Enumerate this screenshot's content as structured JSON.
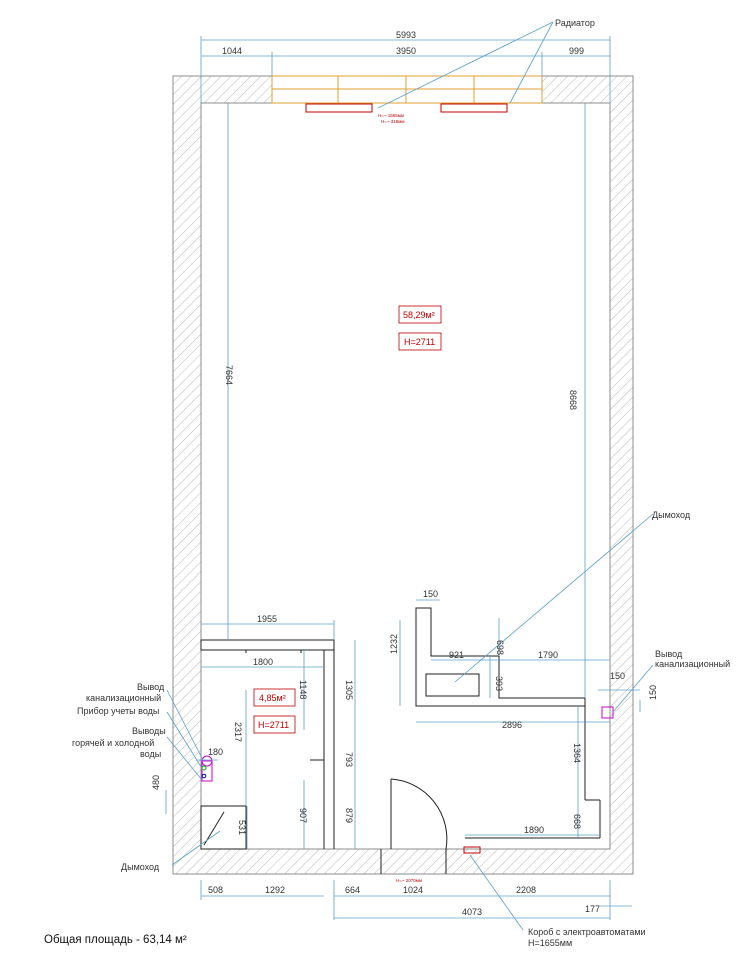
{
  "footer": {
    "total_area": "Общая площадь - 63,14 м²"
  },
  "rooms": {
    "main": {
      "area": "58,29м²",
      "height": "H=2711"
    },
    "bath": {
      "area": "4,85м²",
      "height": "H=2711"
    }
  },
  "labels": {
    "radiator": "Радиатор",
    "radiator_h1": "H=~ 1565мм",
    "radiator_h2": "H=~ 318мм",
    "chimney_top": "Дымоход",
    "sewer_right_1": "Вывод",
    "sewer_right_2": "канализационный",
    "sewer_left_1": "Вывод",
    "sewer_left_2": "канализационный",
    "meter": "Прибор учеты воды",
    "water_1": "Выводы",
    "water_2": "горячей и холодной",
    "water_3": "воды",
    "chimney_bottom": "Дымоход",
    "box_1": "Короб с электроавтоматами",
    "box_2": "H=1655мм",
    "door_h": "H=~ 2070мм"
  },
  "dims": {
    "d5993": "5993",
    "d1044": "1044",
    "d3950": "3950",
    "d999": "999",
    "d7664": "7664",
    "d8668": "8668",
    "d1955": "1955",
    "d150a": "150",
    "d1800": "1800",
    "d1148": "1148",
    "d1305": "1305",
    "d1232": "1232",
    "d921": "921",
    "d698": "698",
    "d1790": "1790",
    "d393": "393",
    "d150b": "150",
    "d150c": "150",
    "d2896": "2896",
    "d2317": "2317",
    "d180": "180",
    "d480": "480",
    "d793": "793",
    "d1364": "1364",
    "d907": "907",
    "d879": "879",
    "d531": "531",
    "d668": "668",
    "d1890": "1890",
    "d508": "508",
    "d1292": "1292",
    "d664": "664",
    "d1024": "1024",
    "d2208": "2208",
    "d4073": "4073",
    "d177": "177"
  },
  "colors": {
    "wall": "#9a9a9a",
    "dimension": "#5aa0c8",
    "area_text": "#c00000",
    "window": "#e0a030",
    "pipe": "#cc00cc"
  }
}
